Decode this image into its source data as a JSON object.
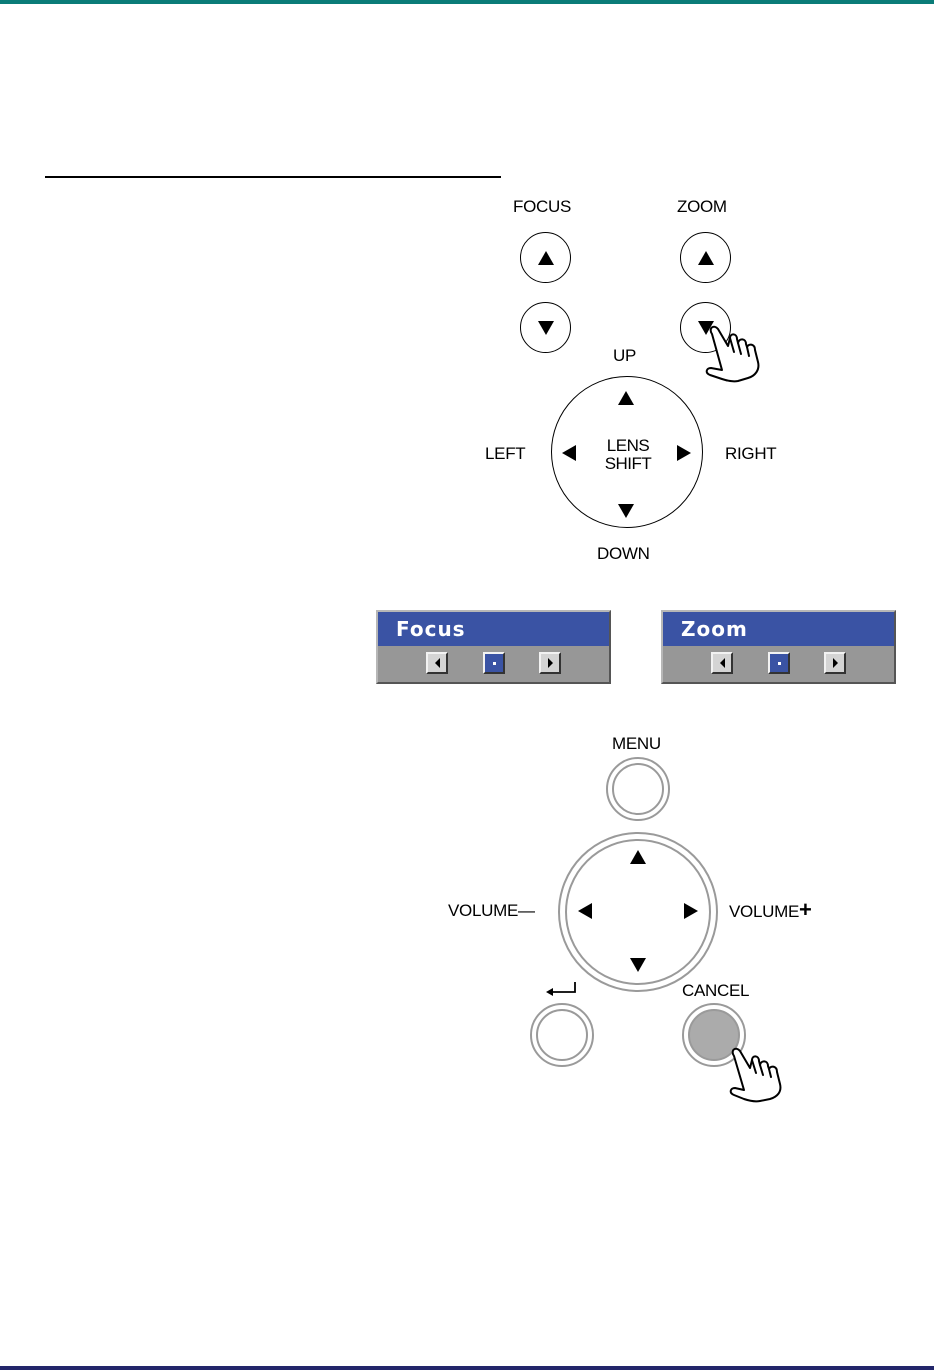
{
  "page": {
    "colors": {
      "top_bar": "#0a7c78",
      "bottom_bar": "#23266a",
      "osd_title_bg": "#3a53a4",
      "osd_body_bg": "#979797",
      "cancel_fill": "#ababab"
    }
  },
  "lens_controls": {
    "focus_label": "FOCUS",
    "zoom_label": "ZOOM",
    "focus_up_icon": "triangle-up-icon",
    "focus_down_icon": "triangle-down-icon",
    "zoom_up_icon": "triangle-up-icon",
    "zoom_down_icon": "triangle-down-icon",
    "pressed_button": "zoom-down",
    "hand_icon": "pointing-hand-icon"
  },
  "lens_shift": {
    "center_line1": "LENS",
    "center_line2": "SHIFT",
    "up_label": "UP",
    "down_label": "DOWN",
    "left_label": "LEFT",
    "right_label": "RIGHT"
  },
  "osd": [
    {
      "title": "Focus",
      "selected": "center"
    },
    {
      "title": "Zoom",
      "selected": "center"
    }
  ],
  "menu_controls": {
    "menu_label": "MENU",
    "volume_minus_label": "VOLUME",
    "volume_minus_sign": "—",
    "volume_plus_label": "VOLUME",
    "volume_plus_sign": "+",
    "enter_icon": "enter-arrow-icon",
    "cancel_label": "CANCEL",
    "pressed_button": "cancel"
  }
}
